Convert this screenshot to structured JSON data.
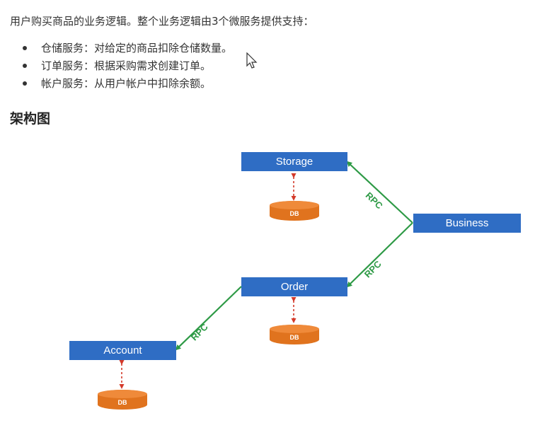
{
  "intro": "用户购买商品的业务逻辑。整个业务逻辑由3个微服务提供支持：",
  "bullets": [
    "仓储服务：对给定的商品扣除仓储数量。",
    "订单服务：根据采购需求创建订单。",
    "帐户服务：从用户帐户中扣除余额。"
  ],
  "heading": "架构图",
  "diagram": {
    "services": {
      "storage": "Storage",
      "business": "Business",
      "order": "Order",
      "account": "Account"
    },
    "db_label": "DB",
    "rpc_label": "RPC",
    "colors": {
      "service_box": "#2f6dc4",
      "database": "#e0731e",
      "rpc_link": "#2e9a46",
      "db_link": "#d43a2a"
    }
  }
}
